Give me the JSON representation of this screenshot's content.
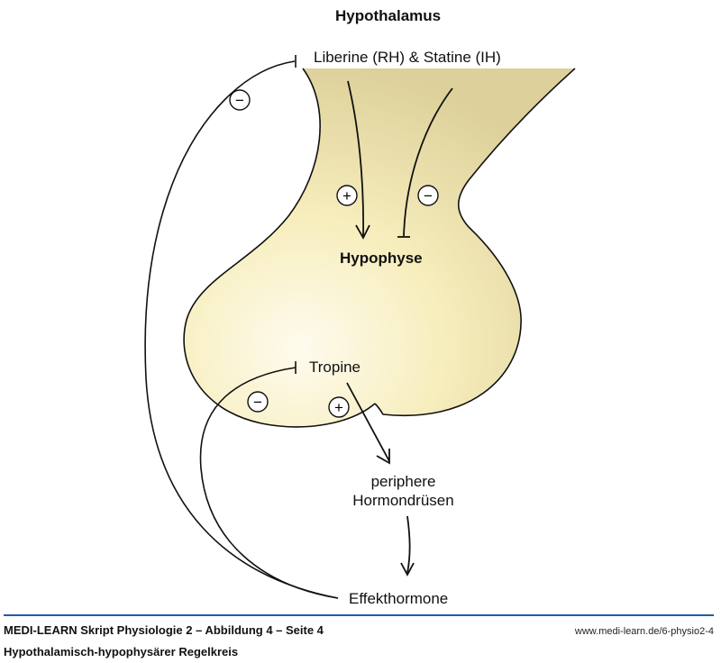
{
  "diagram": {
    "title": "Hypothalamus",
    "labels": {
      "releasing_hormones": "Liberine (RH) & Statine (IH)",
      "pituitary": "Hypophyse",
      "tropic_hormones": "Tropine",
      "peripheral_glands_line1": "periphere",
      "peripheral_glands_line2": "Hormondrüsen",
      "effector_hormones": "Effekthormone"
    },
    "signs": {
      "plus": "+",
      "minus": "−"
    },
    "colors": {
      "gland_fill_light": "#fdf8e2",
      "gland_fill_mid": "#f5ebb5",
      "gland_fill_dark": "#ddd09a",
      "stroke": "#111111",
      "footer_rule": "#1f5ca6"
    }
  },
  "footer": {
    "source": "MEDI-LEARN Skript Physiologie 2 – Abbildung 4 – Seite 4",
    "caption": "Hypothalamisch-hypophysärer Regelkreis",
    "url": "www.medi-learn.de/6-physio2-4"
  }
}
